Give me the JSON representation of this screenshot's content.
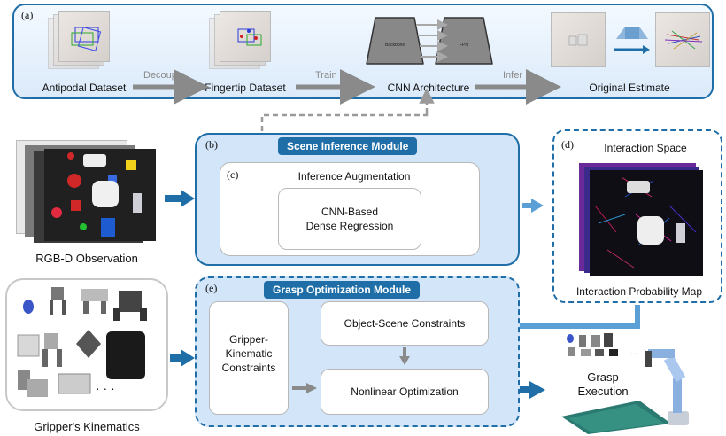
{
  "panel_a": {
    "tag": "(a)",
    "items": [
      "Antipodal Dataset",
      "Fingertip Dataset",
      "CNN Architecture",
      "Original Estimate"
    ],
    "arrows": [
      "Decouple",
      "Train",
      "Infer"
    ],
    "backbone": "Backbone",
    "fpn": "FPN"
  },
  "rgbd": {
    "label": "RGB-D Observation"
  },
  "panel_b": {
    "tag": "(b)",
    "title": "Scene Inference Module",
    "c_tag": "(c)",
    "c_title": "Inference Augmentation",
    "dense_line1": "CNN-Based",
    "dense_line2": "Dense Regression"
  },
  "panel_d": {
    "tag": "(d)",
    "title": "Interaction Space",
    "caption": "Interaction Probability Map"
  },
  "panel_e": {
    "tag": "(e)",
    "title": "Grasp Optimization Module",
    "gripper_line1": "Gripper-",
    "gripper_line2": "Kinematic",
    "gripper_line3": "Constraints",
    "object_scene": "Object-Scene Constraints",
    "nonlinear": "Nonlinear Optimization"
  },
  "kinematics": {
    "label": "Gripper's Kinematics",
    "ellipsis": "· · ·"
  },
  "execution": {
    "line1": "Grasp",
    "line2": "Execution",
    "ellipsis": "..."
  },
  "colors": {
    "accent": "#1f6ea8",
    "panel": "#d3e5f8",
    "arrow_gray": "#8a8a8a"
  }
}
